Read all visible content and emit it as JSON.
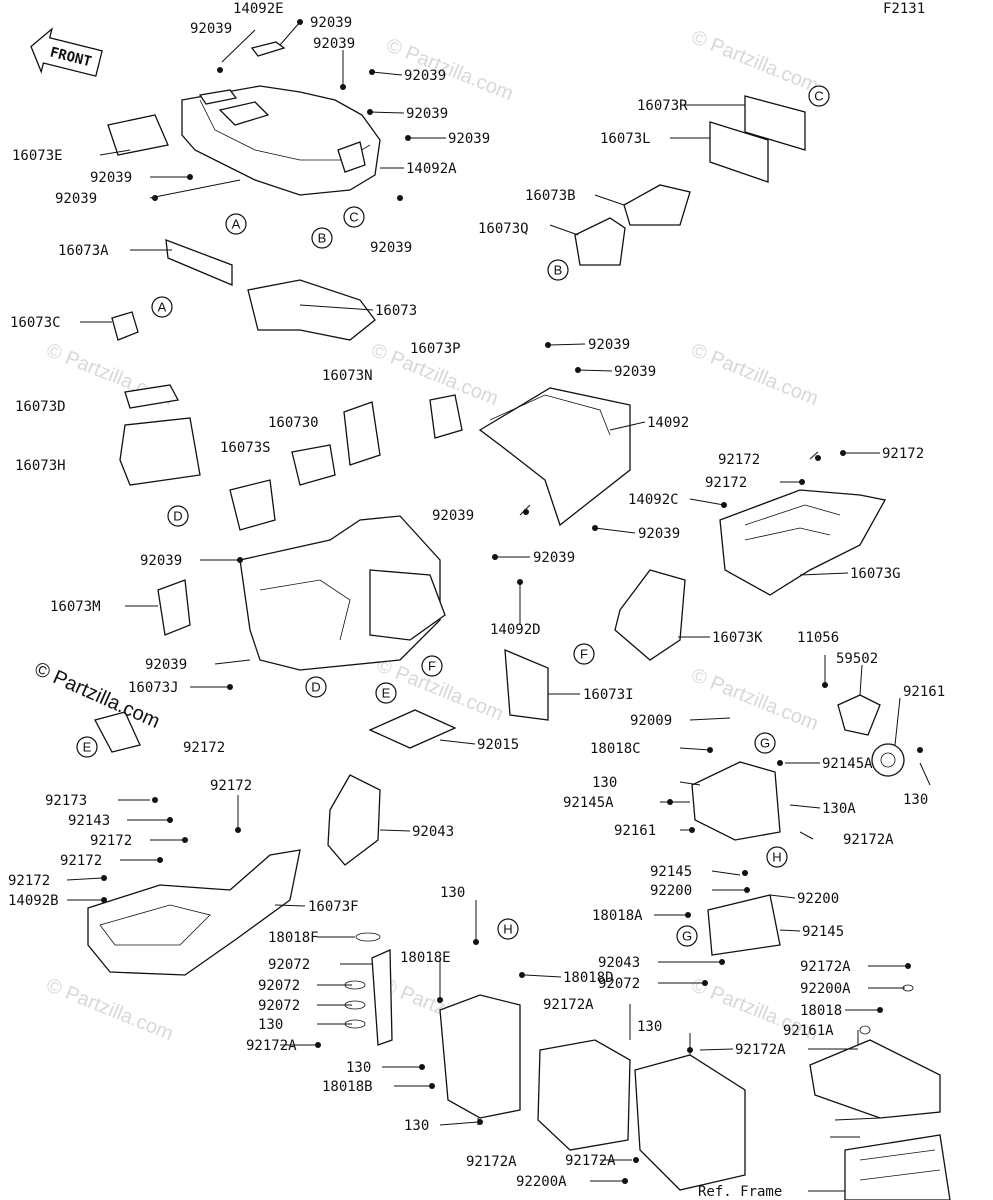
{
  "diagram_code": "F2131",
  "front_label": "FRONT",
  "footer_label": "Ref. Frame",
  "copyright": "© Partzilla.com",
  "watermark": "© Partzilla.com",
  "callouts": [
    "A",
    "B",
    "C",
    "D",
    "E",
    "F",
    "G",
    "H"
  ],
  "part_labels": [
    "14092E",
    "92039",
    "92039",
    "92039",
    "92039",
    "92039",
    "92039",
    "16073E",
    "92039",
    "14092A",
    "92039",
    "92039",
    "16073A",
    "16073",
    "16073C",
    "16073R",
    "16073L",
    "16073B",
    "16073Q",
    "92039",
    "92039",
    "14092",
    "16073P",
    "16073N",
    "160730",
    "16073S",
    "16073D",
    "16073H",
    "92039",
    "92039",
    "92039",
    "16073M",
    "92039",
    "14092D",
    "92039",
    "16073J",
    "92172",
    "92172",
    "92172",
    "92172",
    "14092C",
    "16073G",
    "16073K",
    "16073I",
    "92015",
    "11056",
    "59502",
    "92161",
    "92009",
    "18018C",
    "130",
    "92145A",
    "92145A",
    "130A",
    "130",
    "92161",
    "92172A",
    "92173",
    "92143",
    "92172",
    "92172",
    "92172",
    "92172",
    "14092B",
    "16073F",
    "92043",
    "92145",
    "92200",
    "92200",
    "18018A",
    "92145",
    "92043",
    "92072",
    "18018F",
    "92072",
    "92072",
    "92072",
    "130",
    "92172A",
    "130",
    "18018E",
    "18018D",
    "92172A",
    "130",
    "92172A",
    "130",
    "18018B",
    "130",
    "92172A",
    "92172A",
    "92200A",
    "92172A",
    "92200A",
    "18018",
    "92161A"
  ]
}
